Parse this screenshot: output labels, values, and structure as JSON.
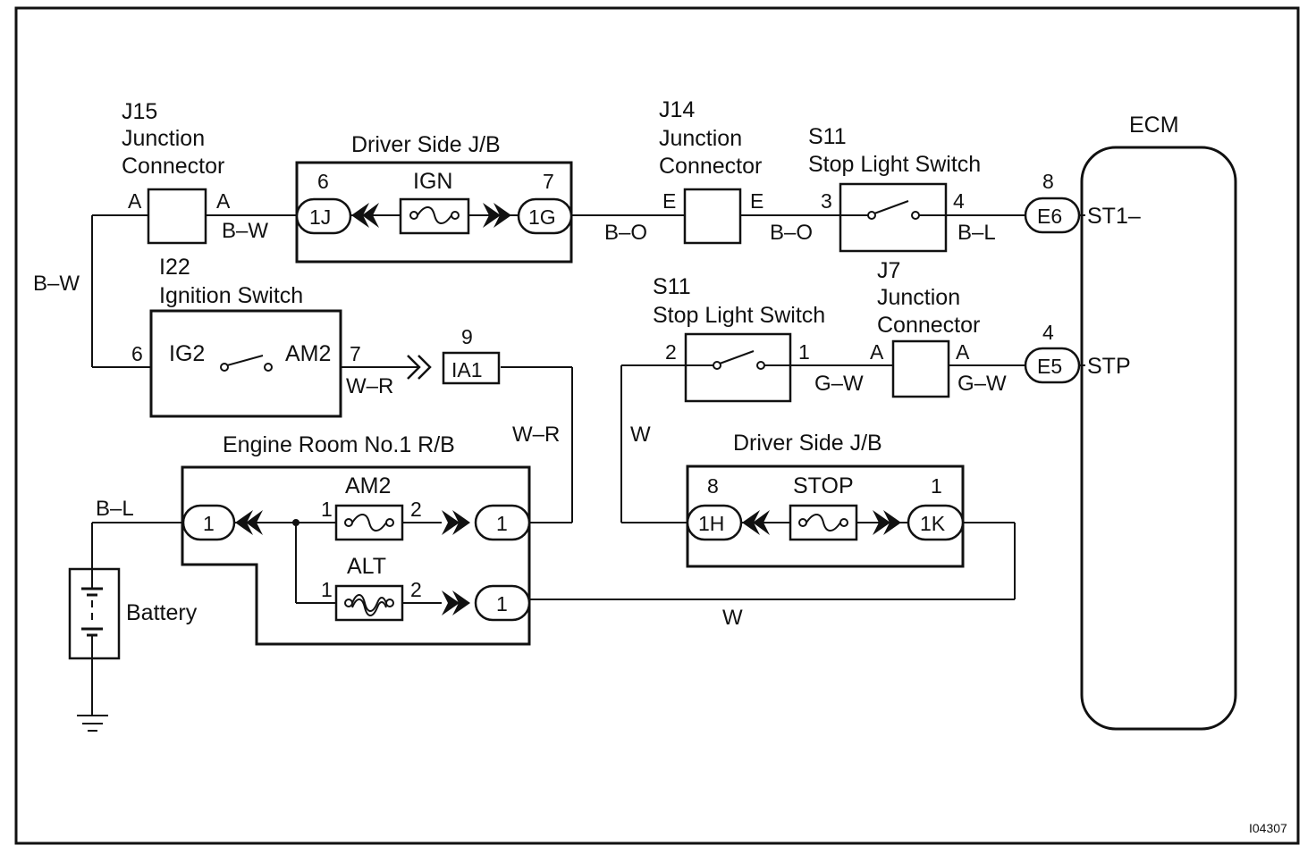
{
  "figure_id": "I04307",
  "components": {
    "j15": {
      "id": "J15",
      "line1": "Junction",
      "line2": "Connector",
      "pin_in": "A",
      "pin_out": "A"
    },
    "jb_top": {
      "title": "Driver Side J/B",
      "fuse": "IGN",
      "left_pin": "6",
      "left_conn": "1J",
      "right_pin": "7",
      "right_conn": "1G"
    },
    "j14": {
      "id": "J14",
      "line1": "Junction",
      "line2": "Connector",
      "pin_in": "E",
      "pin_out": "E"
    },
    "s11_top": {
      "id": "S11",
      "name": "Stop Light Switch",
      "pin_in": "3",
      "pin_out": "4"
    },
    "ecm": {
      "title": "ECM",
      "e6_pin": "8",
      "e6_conn": "E6",
      "e6_term": "ST1–",
      "e5_pin": "4",
      "e5_conn": "E5",
      "e5_term": "STP"
    },
    "i22": {
      "id": "I22",
      "name": "Ignition Switch",
      "pin_left": "6",
      "term_left": "IG2",
      "term_right": "AM2",
      "pin_right": "7"
    },
    "ia1": {
      "pin": "9",
      "conn": "IA1"
    },
    "s11_mid": {
      "id": "S11",
      "name": "Stop Light Switch",
      "pin_in": "2",
      "pin_out": "1"
    },
    "j7": {
      "id": "J7",
      "line1": "Junction",
      "line2": "Connector",
      "pin_in": "A",
      "pin_out": "A"
    },
    "rb": {
      "title": "Engine Room No.1 R/B",
      "left_conn": "1",
      "am2": "AM2",
      "am2_in": "1",
      "am2_out": "2",
      "am2_conn": "1",
      "alt": "ALT",
      "alt_in": "1",
      "alt_out": "2",
      "alt_conn": "1"
    },
    "jb_bottom": {
      "title": "Driver Side J/B",
      "fuse": "STOP",
      "left_pin": "8",
      "left_conn": "1H",
      "right_pin": "1",
      "right_conn": "1K"
    },
    "battery": {
      "label": "Battery"
    }
  },
  "wires": {
    "j15_jb": "B–W",
    "left_vertical": "B–W",
    "jb_j14": "B–O",
    "j14_s11": "B–O",
    "s11_ecm": "B–L",
    "ign_out": "W–R",
    "ia1_down": "W–R",
    "s11mid_j7": "G–W",
    "j7_ecm": "G–W",
    "w_vertical": "W",
    "battery": "B–L",
    "alt_w": "W"
  }
}
